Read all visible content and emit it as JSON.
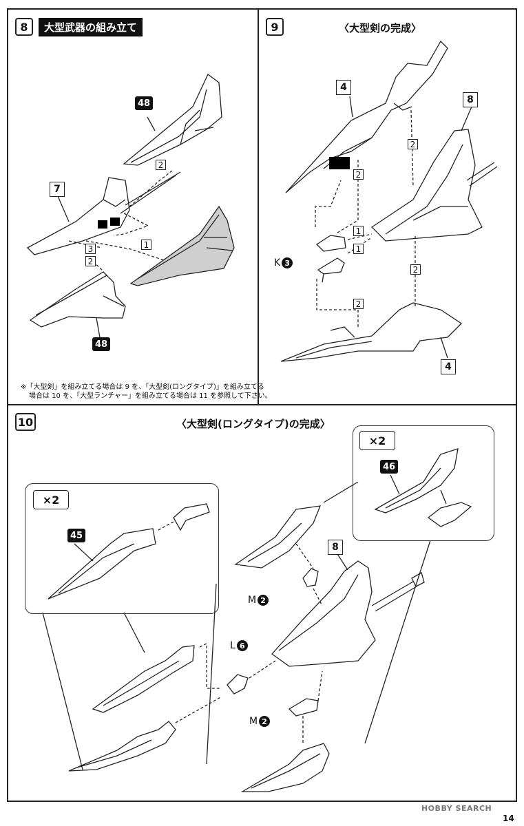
{
  "step8": {
    "number": "8",
    "title": "大型武器の組み立て",
    "parts": {
      "p48a": "48",
      "p7": "7",
      "p48b": "48"
    },
    "sequence": {
      "s1": "1",
      "s2a": "2",
      "s2b": "2",
      "s3": "3"
    },
    "note_line1": "※「大型剣」を組み立てる場合は 9 を、「大型剣(ロングタイプ)」を組み立てる",
    "note_line2": "場合は 10 を、「大型ランチャー」を組み立てる場合は 11 を参照して下さい。"
  },
  "step9": {
    "number": "9",
    "title": "〈大型剣の完成〉",
    "parts": {
      "p4a": "4",
      "p8": "8",
      "p4b": "4"
    },
    "runner": {
      "letter": "K",
      "num": "3"
    },
    "sequence": {
      "s1a": "1",
      "s1b": "1",
      "s2a": "2",
      "s2b": "2",
      "s2c": "2",
      "s2d": "2"
    }
  },
  "step10": {
    "number": "10",
    "title": "〈大型剣(ロングタイプ)の完成〉",
    "callout_left": {
      "multiplier": "×2",
      "part": "45"
    },
    "callout_right": {
      "multiplier": "×2",
      "part": "46"
    },
    "part8": "8",
    "runner_m1": {
      "letter": "M",
      "num": "2"
    },
    "runner_l": {
      "letter": "L",
      "num": "6"
    },
    "runner_m2": {
      "letter": "M",
      "num": "2"
    }
  },
  "footer": {
    "page": "14",
    "watermark": "HOBBY SEARCH"
  }
}
